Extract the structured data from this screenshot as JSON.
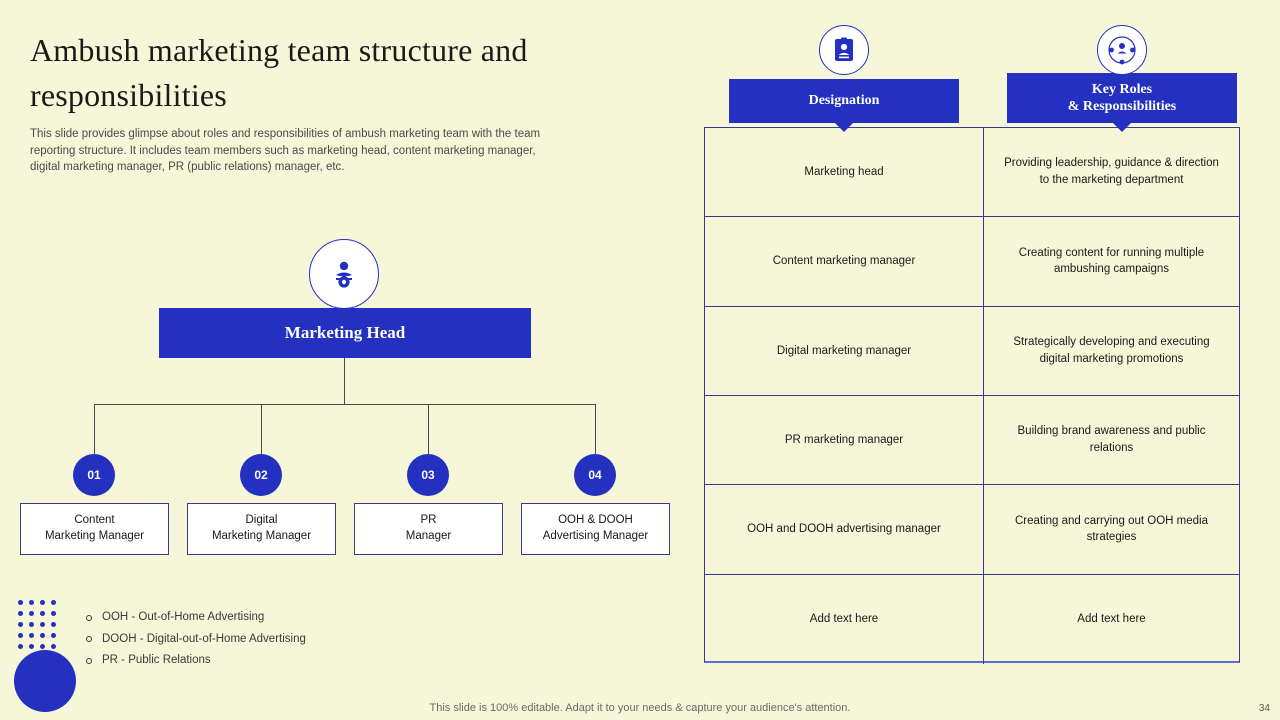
{
  "title": "Ambush marketing team structure and responsibilities",
  "subtitle": "This slide provides glimpse about roles and responsibilities of ambush marketing team with the team reporting structure. It includes team members such as marketing head, content marketing manager, digital marketing manager, PR (public relations) manager, etc.",
  "org": {
    "head_label": "Marketing Head",
    "nodes": [
      {
        "number": "01",
        "line1": "Content",
        "line2": "Marketing Manager"
      },
      {
        "number": "02",
        "line1": "Digital",
        "line2": "Marketing Manager"
      },
      {
        "number": "03",
        "line1": "PR",
        "line2": "Manager"
      },
      {
        "number": "04",
        "line1": "OOH & DOOH",
        "line2": "Advertising Manager"
      }
    ]
  },
  "legend": [
    "OOH - Out-of-Home  Advertising",
    "DOOH - Digital-out-of-Home  Advertising",
    "PR - Public Relations"
  ],
  "table": {
    "header_left": "Designation",
    "header_right_line1": "Key Roles",
    "header_right_line2": "& Responsibilities",
    "rows": [
      {
        "designation": "Marketing head",
        "responsibility": "Providing  leadership, guidance  & direction to the marketing department"
      },
      {
        "designation": "Content marketing manager",
        "responsibility": "Creating content for running  multiple ambushing campaigns"
      },
      {
        "designation": "Digital marketing manager",
        "responsibility": "Strategically developing  and executing digital marketing promotions"
      },
      {
        "designation": "PR marketing manager",
        "responsibility": "Building brand awareness  and public relations"
      },
      {
        "designation": "OOH and DOOH advertising  manager",
        "responsibility": "Creating and carrying out OOH media strategies"
      },
      {
        "designation": "Add text here",
        "responsibility": "Add text here"
      }
    ]
  },
  "footer": "This slide is 100% editable. Adapt it to your needs & capture your audience's attention.",
  "page_number": "34",
  "colors": {
    "accent": "#2330c0",
    "background": "#f5f7d8",
    "text": "#1a1a1a"
  }
}
